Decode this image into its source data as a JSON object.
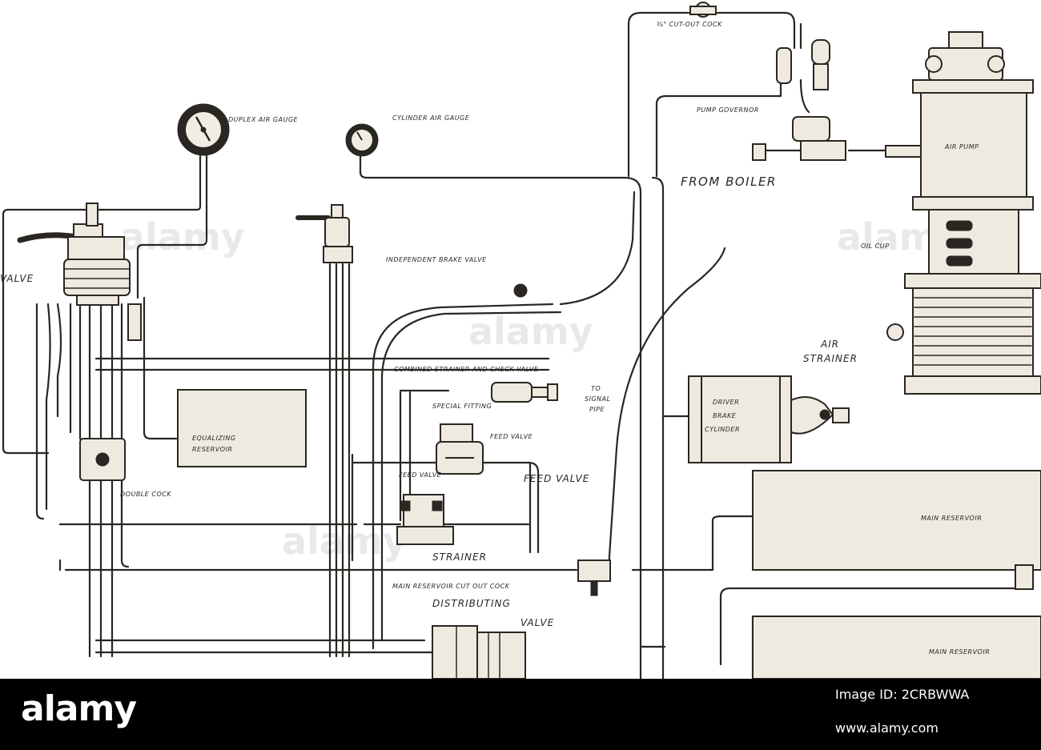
{
  "labels": {
    "cutout_cock": "¾\" CUT-OUT COCK",
    "duplex_gauge": "DUPLEX AIR GAUGE",
    "cylinder_gauge": "CYLINDER AIR GAUGE",
    "pump_governor": "PUMP GOVERNOR",
    "from_boiler": "FROM BOILER",
    "air_pump": "AIR PUMP",
    "oil_cup": "OIL CUP",
    "valve": "VALVE",
    "independent_brake_valve": "INDEPENDENT BRAKE VALVE",
    "air_strainer_1": "AIR",
    "air_strainer_2": "STRAINER",
    "combined_strainer": "COMBINED STRAINER AND CHECK VALVE",
    "special_fitting": "SPECIAL FITTING",
    "to_signal_1": "TO",
    "to_signal_2": "SIGNAL",
    "to_signal_3": "PIPE",
    "driver_cyl_1": "DRIVER",
    "driver_cyl_2": "BRAKE",
    "driver_cyl_3": "CYLINDER",
    "equalizing_1": "EQUALIZING",
    "equalizing_2": "RESERVOIR",
    "feed_valve_a": "FEED VALVE",
    "feed_valve_b": "FEED VALVE",
    "feed_valve_c": "FEED VALVE",
    "double_cock": "DOUBLE COCK",
    "strainer": "STRAINER",
    "main_res_cutout": "MAIN RESERVOIR CUT OUT COCK",
    "distributing": "DISTRIBUTING",
    "distributing_valve": "VALVE",
    "main_reservoir_1": "MAIN RESERVOIR",
    "main_reservoir_2": "MAIN RESERVOIR"
  },
  "watermark": "alamy",
  "footer": {
    "brand": "alamy",
    "image_id": "Image ID: 2CRBWWA",
    "site": "www.alamy.com"
  },
  "colors": {
    "ink": "#2a2622",
    "paper": "#ffffff",
    "footer_bg": "#000000",
    "watermark": "#d8d8d8"
  }
}
